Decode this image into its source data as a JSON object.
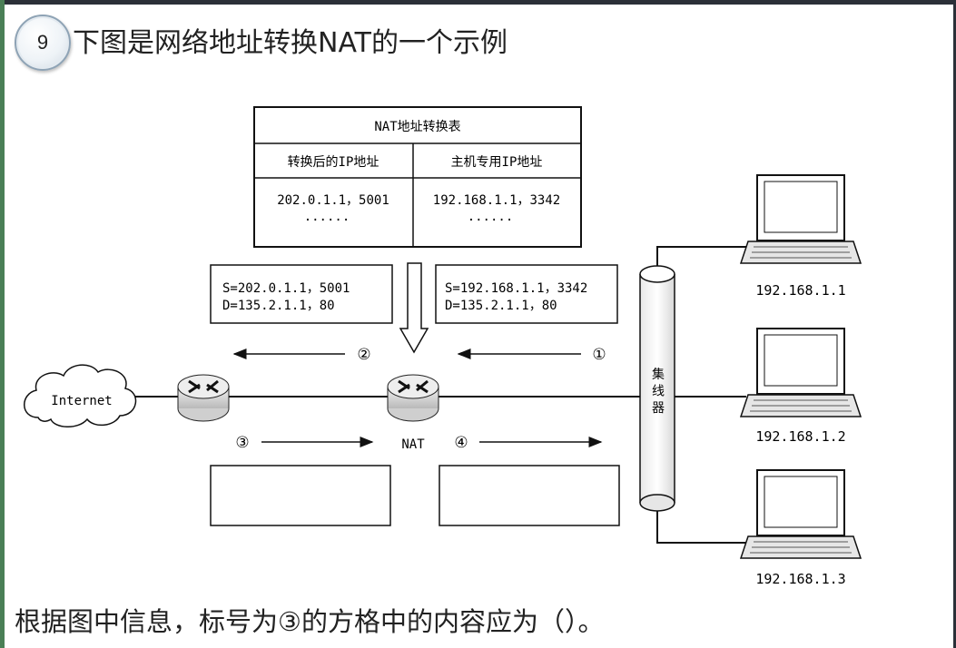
{
  "header": {
    "number": "9",
    "title": "下图是网络地址转换NAT的一个示例"
  },
  "nat_table": {
    "title": "NAT地址转换表",
    "columns": [
      "转换后的IP地址",
      "主机专用IP地址"
    ],
    "row": [
      "202.0.1.1，5001",
      "192.168.1.1，3342"
    ],
    "ellipsis": "······"
  },
  "packets": {
    "left_top": {
      "s": "S=202.0.1.1，5001",
      "d": "D=135.2.1.1，80"
    },
    "right_top": {
      "s": "S=192.168.1.1，3342",
      "d": "D=135.2.1.1，80"
    }
  },
  "markers": {
    "m1": "①",
    "m2": "②",
    "m3": "③",
    "m4": "④"
  },
  "labels": {
    "internet": "Internet",
    "nat": "NAT",
    "switch": "集 线 器"
  },
  "hosts": [
    "192.168.1.1",
    "192.168.1.2",
    "192.168.1.3"
  ],
  "question": "根据图中信息，标号为③的方格中的内容应为（）。"
}
